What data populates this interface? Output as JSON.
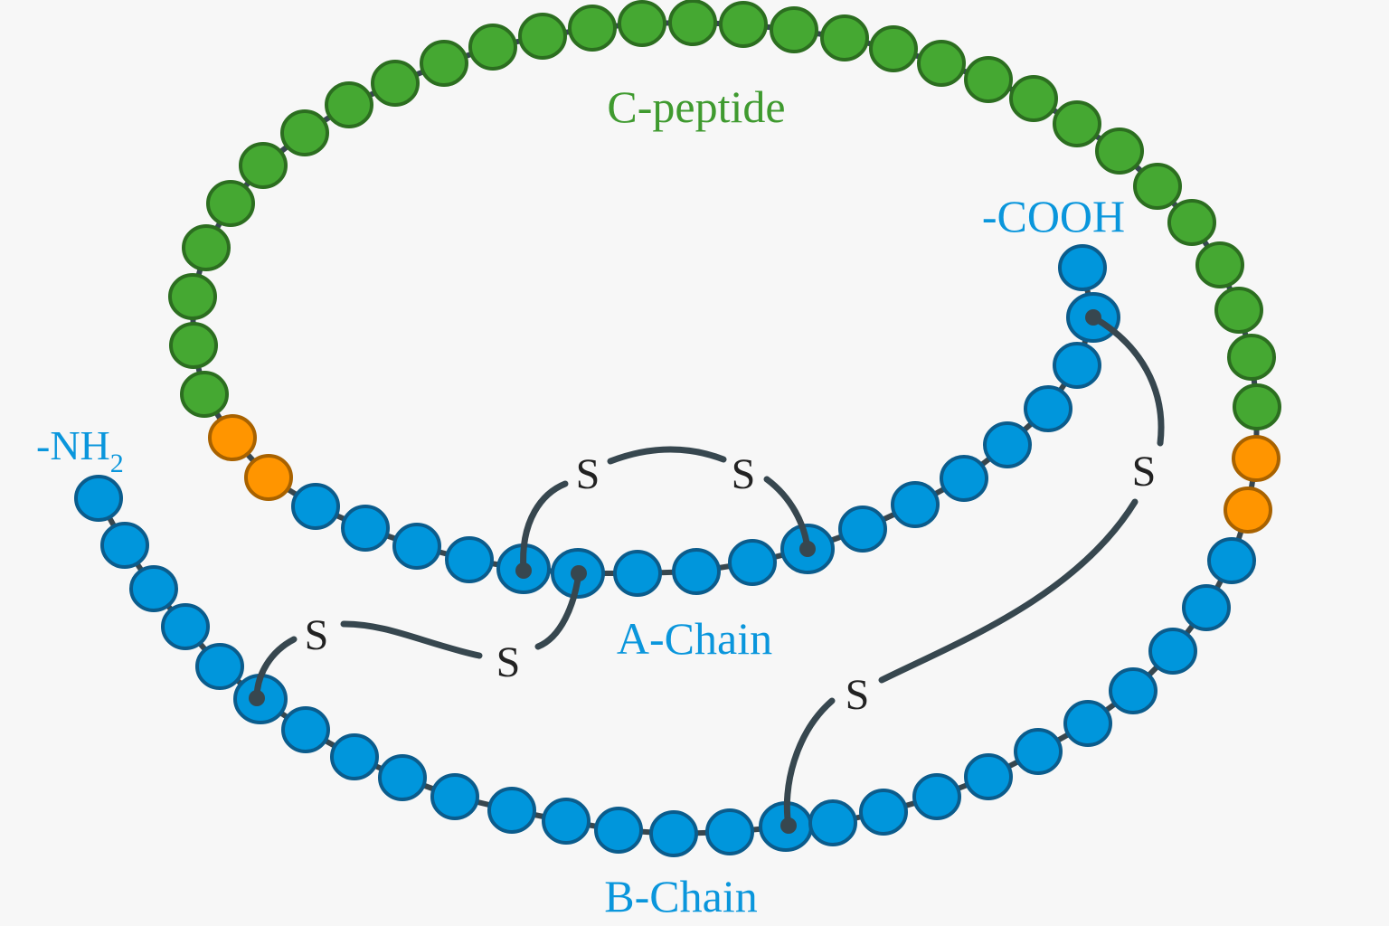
{
  "labels": {
    "c_peptide": "C-peptide",
    "a_chain": "A-Chain",
    "b_chain": "B-Chain",
    "cooh": "-COOH",
    "nh2": "-NH",
    "nh2_sub": "2",
    "sulfur": "S"
  },
  "colors": {
    "a_b_chain": "#0096dc",
    "c_peptide": "#45a832",
    "cleavage_residues": "#ff9500",
    "disulfide_bond": "#37474f",
    "label_blue": "#0a96dc",
    "label_green": "#3f9a2f",
    "sulfur_text": "#222222"
  }
}
